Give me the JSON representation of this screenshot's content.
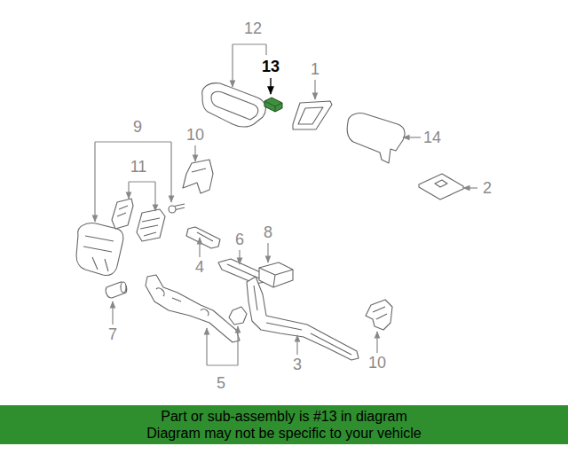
{
  "diagram": {
    "nodes": [
      {
        "text": [
          "Part or sub-assembly is #13 in diagram",
          "Diagram may not be specific to your vehicle"
        ]
      }
    ],
    "labels": [
      "12",
      "13",
      "1",
      "14",
      "2",
      "9",
      "10",
      "11",
      "4",
      "6",
      "8",
      "7",
      "5",
      "3",
      "10"
    ]
  }
}
